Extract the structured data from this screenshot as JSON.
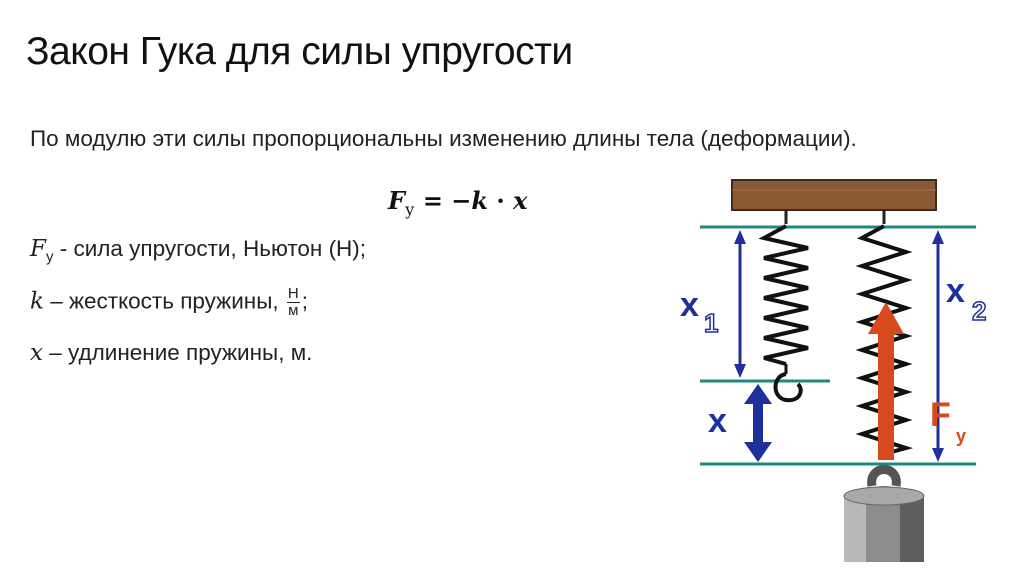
{
  "title": "Закон Гука для силы упругости",
  "paragraph": "По модулю эти силы пропорциональны изменению длины тела (деформации).",
  "formula": {
    "lhs": "F",
    "lhs_sub": "у",
    "eq": " = −",
    "k": "k",
    "dot": " · ",
    "x": "x"
  },
  "definitions": [
    {
      "symbol": "F",
      "sub": "у",
      "text": " - сила упругости, Ньютон (Н);"
    },
    {
      "symbol": "k",
      "text": " – жесткость пружины, ",
      "frac_num": "Н",
      "frac_den": "м",
      "after": ";"
    },
    {
      "symbol": "x",
      "text": " – удлинение пружины, м."
    }
  ],
  "diagram": {
    "label_x1": "x",
    "label_x1_sub": "1",
    "label_x2": "x",
    "label_x2_sub": "2",
    "label_x": "x",
    "label_f": "F",
    "label_f_sub": "у",
    "colors": {
      "line": "#1f8a7a",
      "arrow": "#1f2f9c",
      "force": "#d84a1c",
      "board": "#8a5a36"
    }
  }
}
